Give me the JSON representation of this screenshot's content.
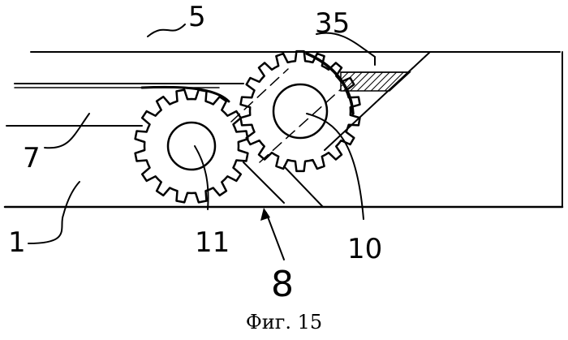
{
  "labels": {
    "part_5": "5",
    "part_35": "35",
    "part_7": "7",
    "part_1": "1",
    "part_11": "11",
    "part_10": "10",
    "part_8": "8"
  },
  "caption": "Фиг. 15",
  "colors": {
    "ink": "#000000",
    "paper": "#ffffff"
  }
}
